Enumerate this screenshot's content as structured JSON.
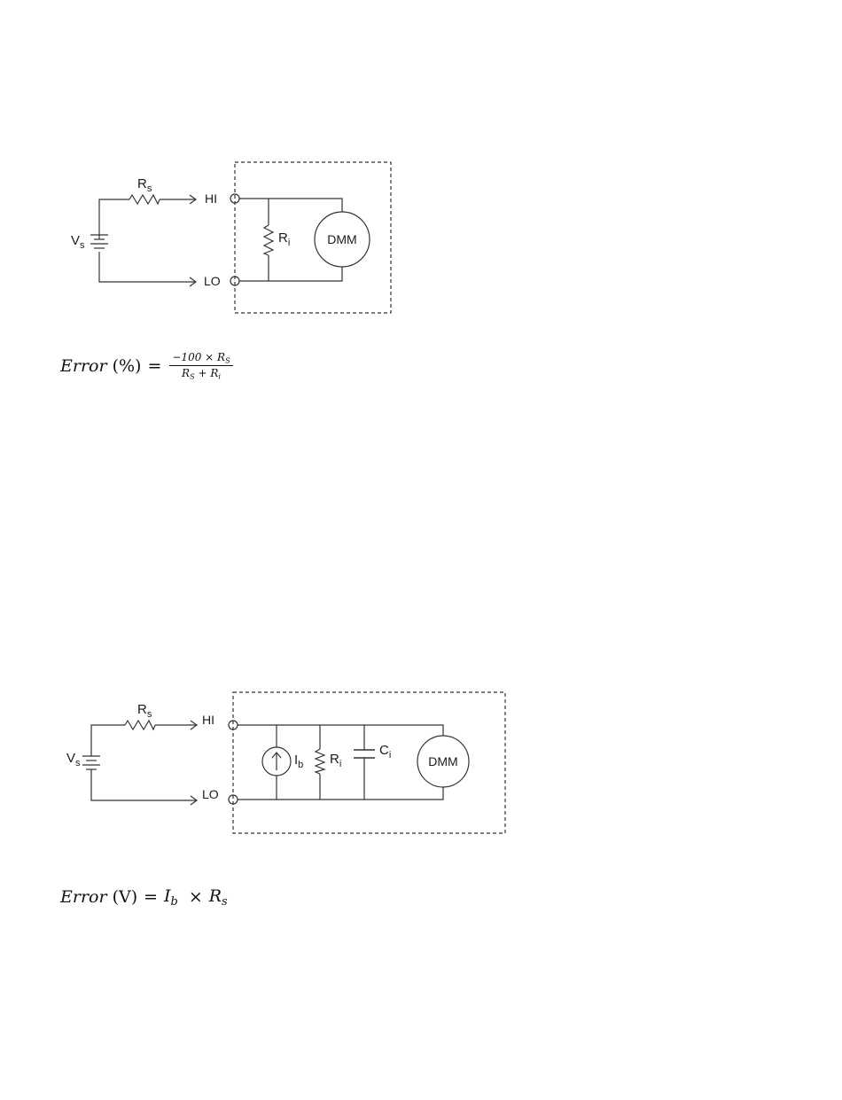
{
  "figure1": {
    "source_label": "R",
    "source_label_sub": "s",
    "voltage_label": "V",
    "voltage_label_sub": "s",
    "hi_label": "HI",
    "lo_label": "LO",
    "input_res_label": "R",
    "input_res_label_sub": "i",
    "meter_label": "DMM"
  },
  "formula1": {
    "lhs": "Error",
    "lhs_paren": "(%)",
    "equals": "=",
    "numerator": "−100 × R",
    "numerator_sub": "S",
    "denominator_a": "R",
    "denominator_a_sub": "S",
    "denominator_plus": "+ R",
    "denominator_b_sub": "i"
  },
  "figure2": {
    "source_label": "R",
    "source_label_sub": "s",
    "voltage_label": "V",
    "voltage_label_sub": "s",
    "hi_label": "HI",
    "lo_label": "LO",
    "bias_label": "I",
    "bias_label_sub": "b",
    "input_res_label": "R",
    "input_res_label_sub": "i",
    "cap_label": "C",
    "cap_label_sub": "i",
    "meter_label": "DMM"
  },
  "formula2": {
    "lhs": "Error",
    "lhs_paren": "(V)",
    "equals": "=",
    "term_a": "I",
    "term_a_sub": "b",
    "times": "×",
    "term_b": "R",
    "term_b_sub": "s"
  }
}
